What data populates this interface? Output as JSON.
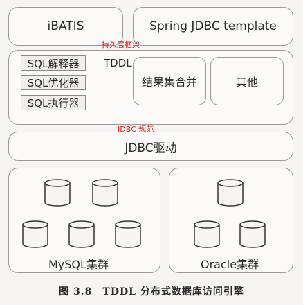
{
  "top": {
    "ibatis": "iBATIS",
    "spring": "Spring JDBC template"
  },
  "persistence_label": "持久层框架",
  "tddl": {
    "title": "TDDL",
    "sql_items": [
      "SQL解释器",
      "SQL优化器",
      "SQL执行器"
    ],
    "merge": "结果集合并",
    "other": "其他"
  },
  "jdbc_spec_label": "JDBC 规范",
  "jdbc_driver": "JDBC驱动",
  "mysql_cluster": "MySQL集群",
  "oracle_cluster": "Oracle集群",
  "caption": "图 3.8　TDDL 分布式数据库访问引擎"
}
